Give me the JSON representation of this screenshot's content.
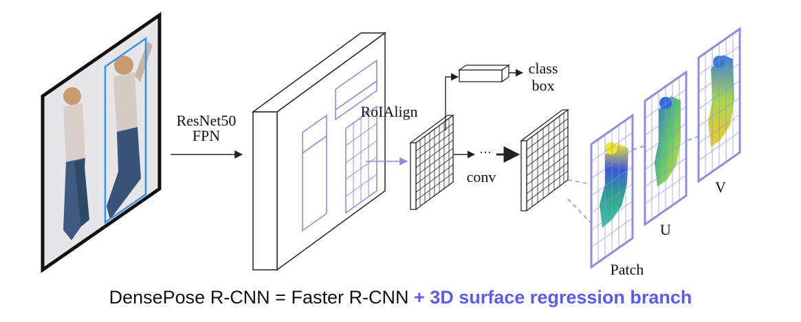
{
  "labels": {
    "backbone_line1": "ResNet50",
    "backbone_line2": "FPN",
    "roialign": "RoIAlign",
    "conv": "conv",
    "ellipsis": "···",
    "class": "class",
    "box": "box",
    "patch": "Patch",
    "u": "U",
    "v": "V"
  },
  "caption": {
    "prefix": "DensePose R-CNN = Faster R-CNN ",
    "highlight": "+ 3D surface regression branch"
  },
  "colors": {
    "accent": "#5a5cf0",
    "grid_frame": "#8c8ce0",
    "bbox": "#3a8fe6",
    "stroke": "#222222"
  }
}
